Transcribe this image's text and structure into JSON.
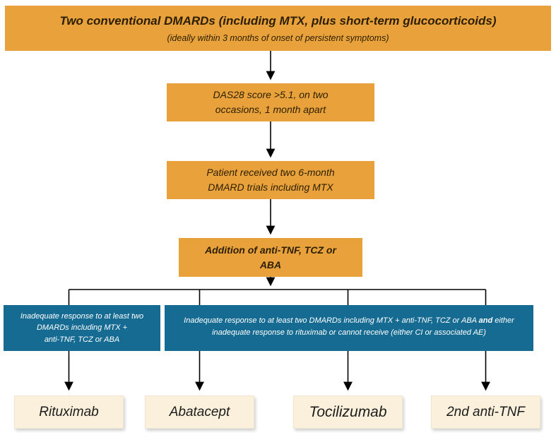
{
  "colors": {
    "orange": "#E9A23B",
    "blue": "#166B93",
    "cream": "#FBF0DC",
    "arrow": "#000000"
  },
  "flowchart": {
    "top": {
      "title": "Two conventional DMARDs (including MTX, plus short-term glucocorticoids)",
      "subtitle": "(ideally within 3 months of onset of persistent symptoms)"
    },
    "das28": "DAS28 score >5.1, on two\noccasions, 1 month apart",
    "trials": "Patient received two 6-month\nDMARD trials including MTX",
    "addition": "Addition of anti-TNF, TCZ or\nABA",
    "criteria_left": "Inadequate response to at least two\nDMARDs including MTX +\nanti-TNF, TCZ or ABA",
    "criteria_right": {
      "pre": "Inadequate response to at least two DMARDs including MTX + anti-TNF, TCZ or ABA",
      "bold": "and",
      "post": "either inadequate response to rituximab or cannot receive (either CI or associated AE)"
    },
    "outcomes": [
      {
        "label": "Rituximab"
      },
      {
        "label": "Abatacept"
      },
      {
        "label": "Tocilizumab"
      },
      {
        "label": "2nd anti-TNF"
      }
    ]
  }
}
